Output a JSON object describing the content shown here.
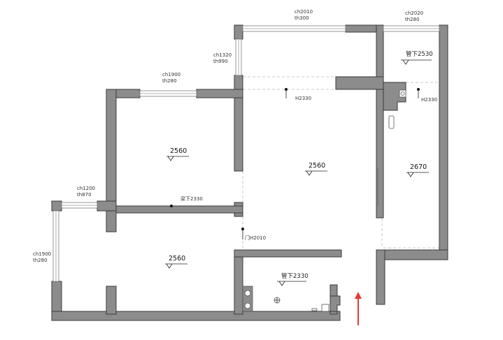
{
  "windows": {
    "top_center": {
      "ch": "ch2010",
      "th": "th300"
    },
    "top_right": {
      "ch": "ch2020",
      "th": "th280"
    },
    "upper_small": {
      "ch": "ch1320",
      "th": "th990"
    },
    "bedroom_top": {
      "ch": "ch1900",
      "th": "th280"
    },
    "left_small": {
      "ch": "ch1200",
      "th": "th870"
    },
    "left_side": {
      "ch": "ch1900",
      "th": "th280"
    }
  },
  "annotations": {
    "pipe_top_right": "管下2530",
    "h_center": "H2330",
    "h_right": "H2330",
    "beam": "梁下2330",
    "door": "门H2010",
    "pipe_kitchen": "管下2330"
  },
  "ceiling_heights": {
    "bedroom_upper": "2560",
    "living": "2560",
    "right_room": "2670",
    "bedroom_lower": "2560"
  },
  "colors": {
    "wall": "#8c8c8c",
    "arrow": "#e53935"
  },
  "icons": {
    "entrance": "red-arrow-up"
  }
}
